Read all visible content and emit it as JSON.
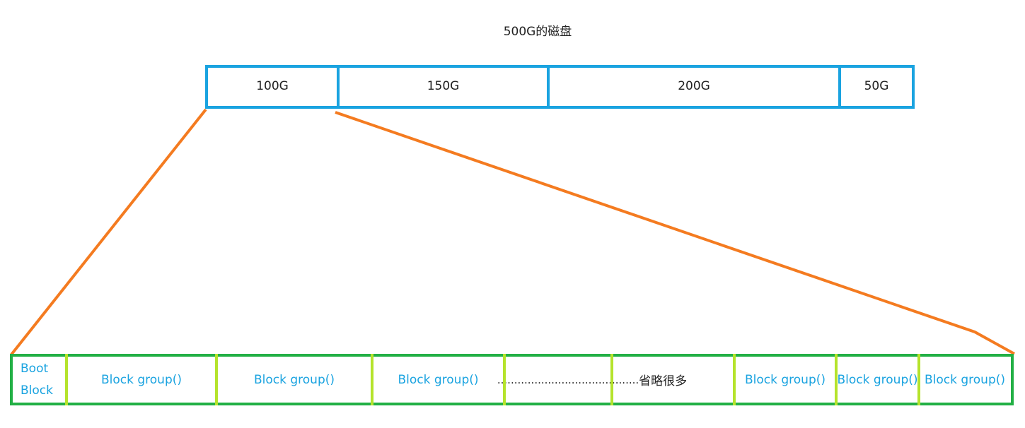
{
  "disk": {
    "title": "500G的磁盘",
    "partitions": [
      {
        "label": "100G",
        "size_gb": 100
      },
      {
        "label": "150G",
        "size_gb": 150
      },
      {
        "label": "200G",
        "size_gb": 200
      },
      {
        "label": "50G",
        "size_gb": 50
      }
    ]
  },
  "filesystem": {
    "boot_block": [
      "Boot",
      "Block"
    ],
    "block_group_label": "Block group()",
    "omitted_dots": "..................................",
    "omitted_label": "省略很多"
  },
  "colors": {
    "partition_border": "#1aa3e0",
    "filesystem_border": "#22b045",
    "divider": "#b5e32c",
    "zoom_lines": "#f47b20",
    "block_text": "#1aa3e0"
  }
}
